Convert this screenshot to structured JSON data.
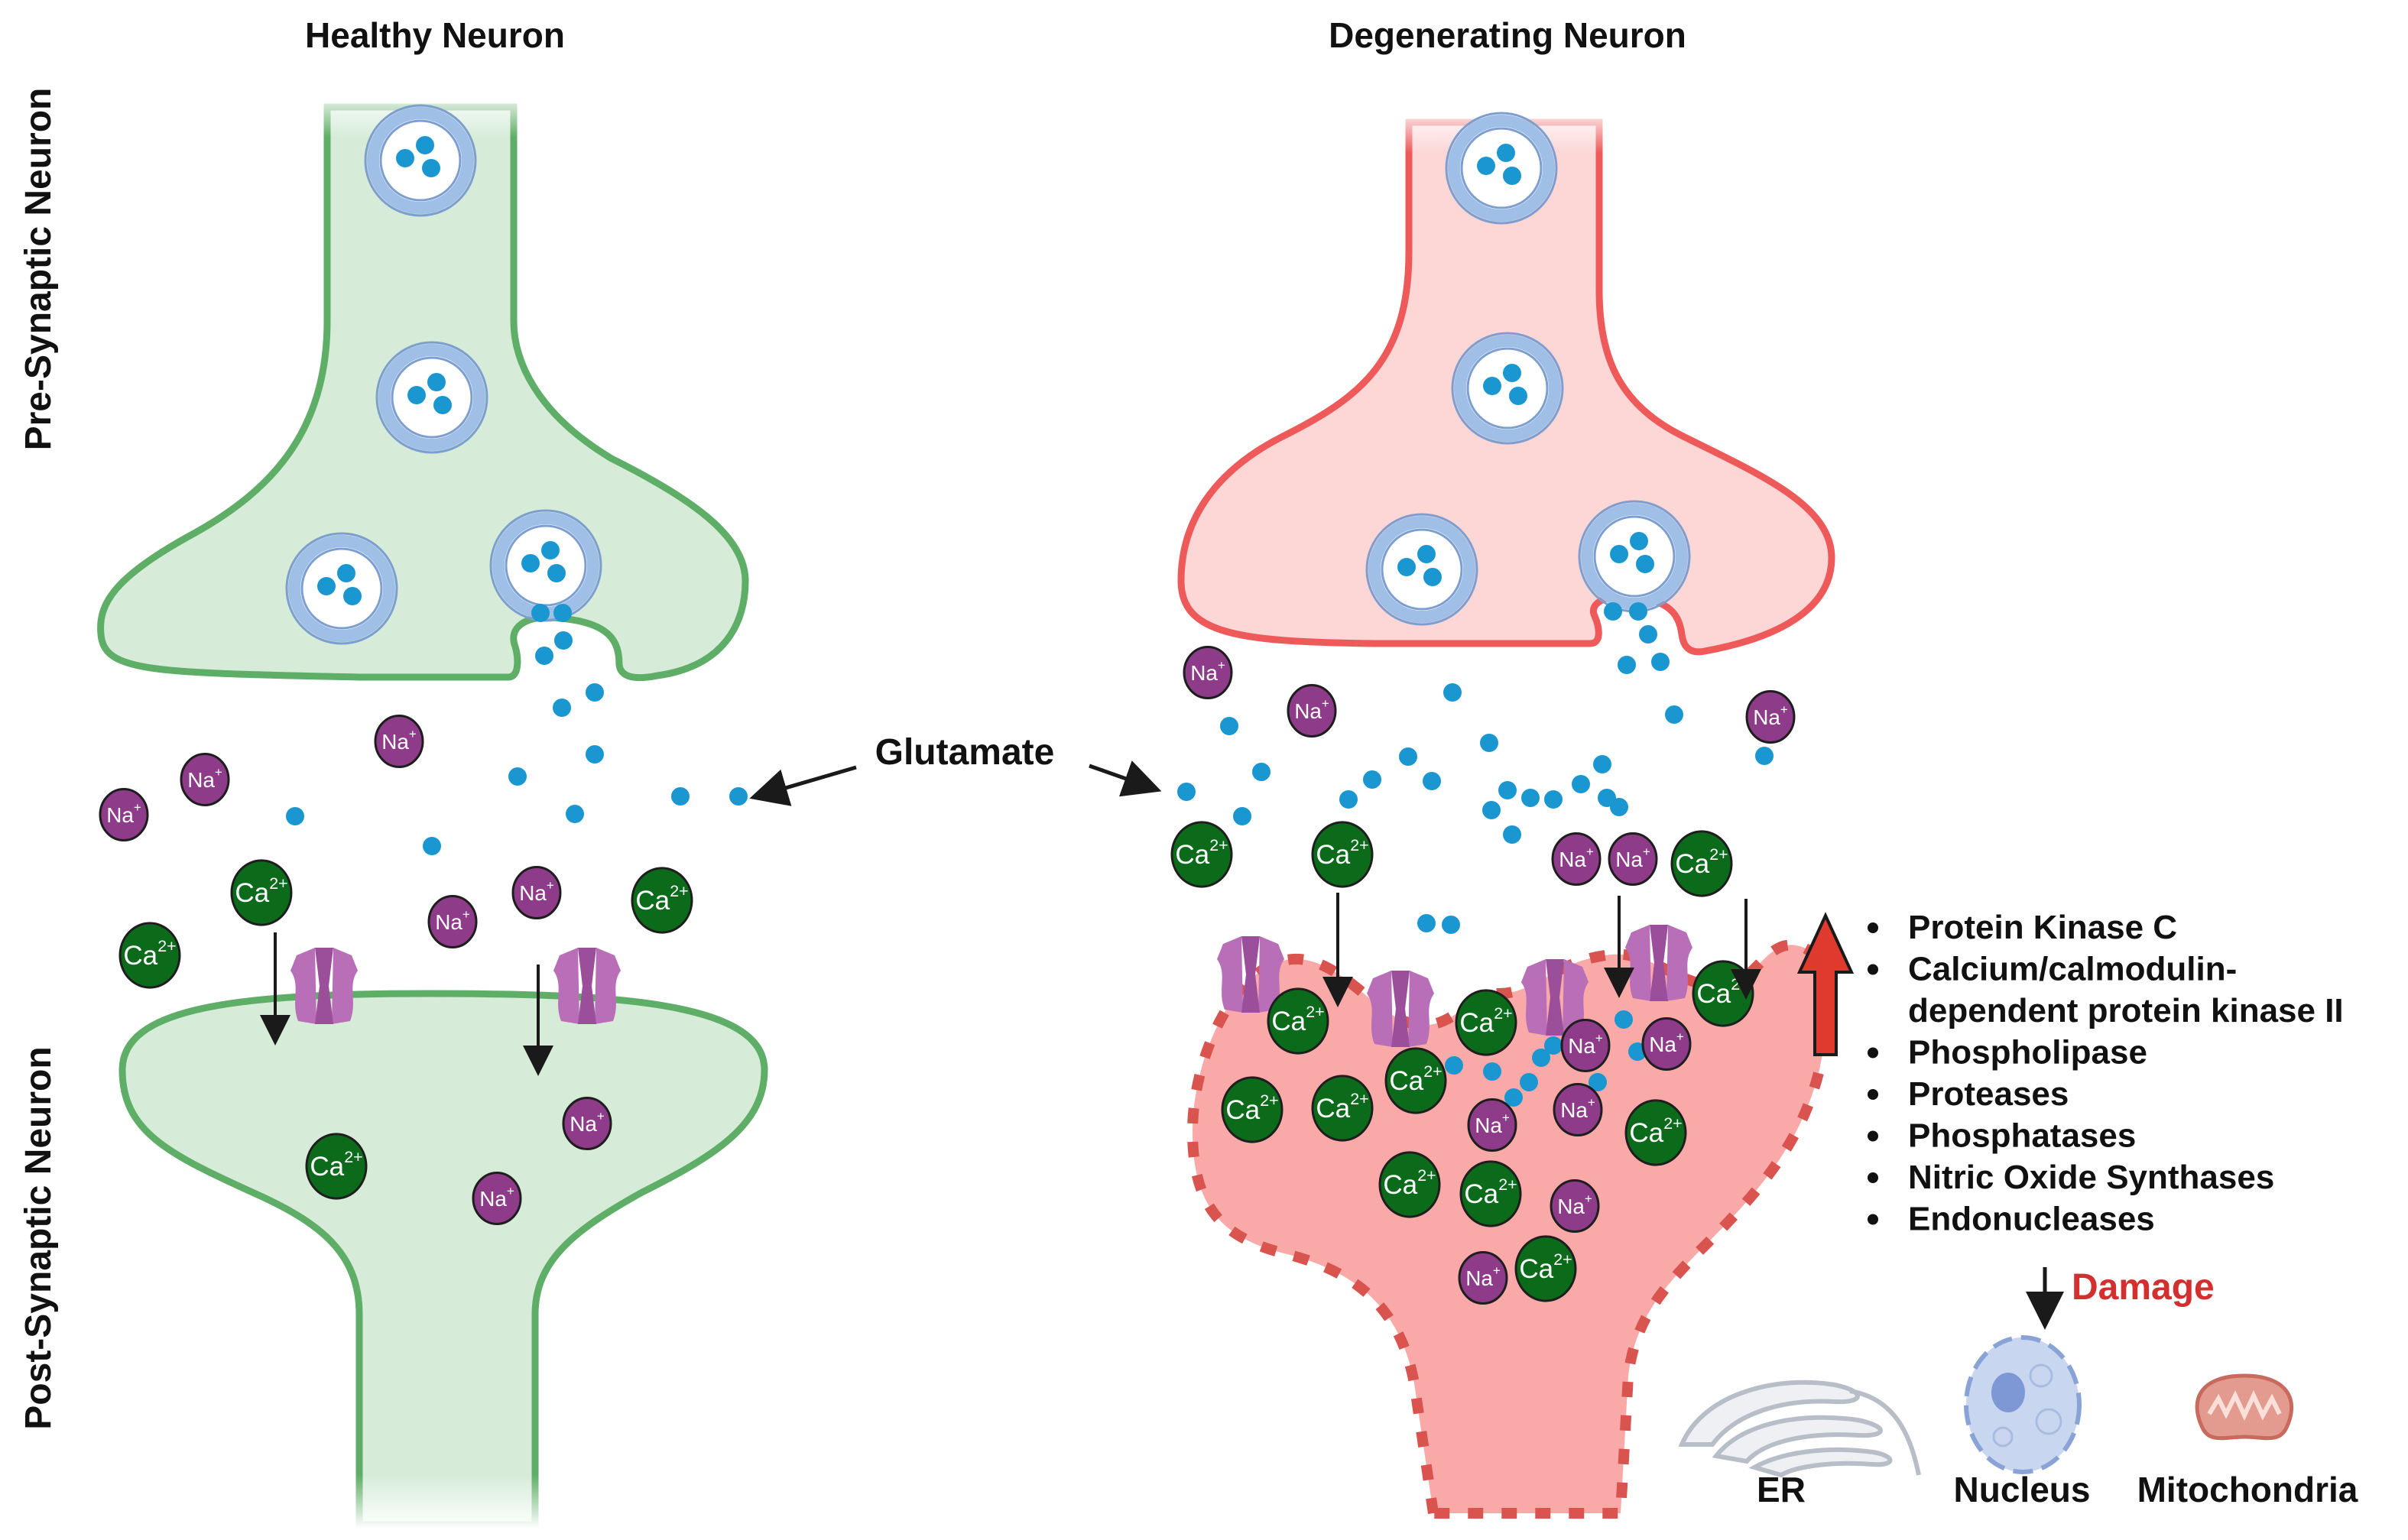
{
  "titles": {
    "healthy": "Healthy Neuron",
    "degenerating": "Degenerating Neuron",
    "pre_synaptic": "Pre-Synaptic Neuron",
    "post_synaptic": "Post-Synaptic Neuron"
  },
  "labels": {
    "glutamate": "Glutamate",
    "damage": "Damage"
  },
  "ions": {
    "na": {
      "symbol": "Na",
      "charge": "+",
      "color": "#8e3b8a"
    },
    "ca": {
      "symbol": "Ca",
      "charge": "2+",
      "color": "#0b6b1a"
    }
  },
  "colors": {
    "healthy_fill": "#d6ecd8",
    "healthy_stroke": "#5fae67",
    "degen_pre_fill": "#fdd6d6",
    "degen_pre_stroke": "#ee5a5a",
    "degen_post_fill": "#f9aaa8",
    "degen_post_stroke": "#d9534f",
    "vesicle": "#9fbfe6",
    "glutamate": "#1a96d0",
    "receptor": "#b86fb8",
    "red_arrow": "#e03a2f",
    "damage": "#d32f2f"
  },
  "upregulated_list": [
    "Protein Kinase C",
    "Calcium/calmodulin-",
    "dependent protein kinase II",
    "Phospholipase",
    "Proteases",
    "Phosphatases",
    "Nitric Oxide Synthases",
    "Endonucleases"
  ],
  "list_bullets": [
    true,
    true,
    false,
    true,
    true,
    true,
    true,
    true
  ],
  "organelles": {
    "er": "ER",
    "nucleus": "Nucleus",
    "mitochondria": "Mitochondria"
  }
}
